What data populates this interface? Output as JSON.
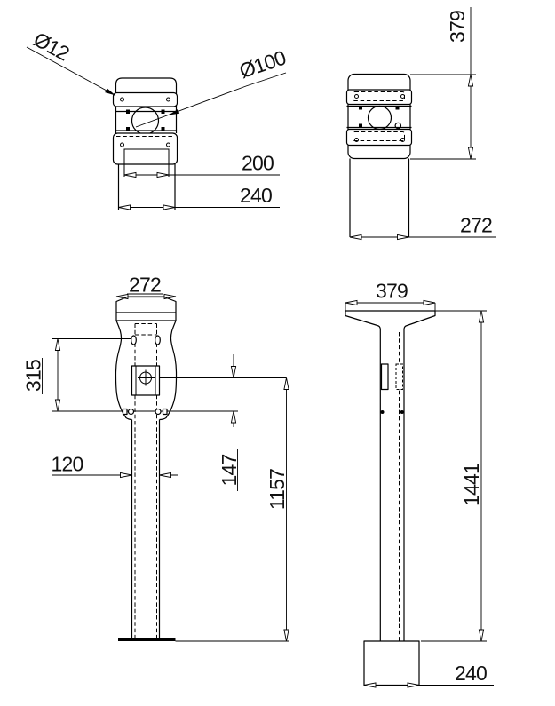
{
  "colors": {
    "background": "#ffffff",
    "line": "#000000"
  },
  "views": {
    "plan_head_front": {
      "dims": {
        "bolt_hole_diameter": "Ø12",
        "pipe_diameter": "Ø100",
        "inner_width": "200",
        "outer_width": "240"
      }
    },
    "plan_head_side": {
      "dims": {
        "depth": "379",
        "width": "272"
      }
    },
    "elevation_front": {
      "dims": {
        "head_width": "272",
        "bracket_span": "315",
        "pole_width": "120",
        "socket_offset": "147",
        "socket_height": "1157"
      }
    },
    "elevation_side": {
      "dims": {
        "head_depth": "379",
        "overall_height": "1441",
        "base_depth": "240"
      }
    }
  }
}
